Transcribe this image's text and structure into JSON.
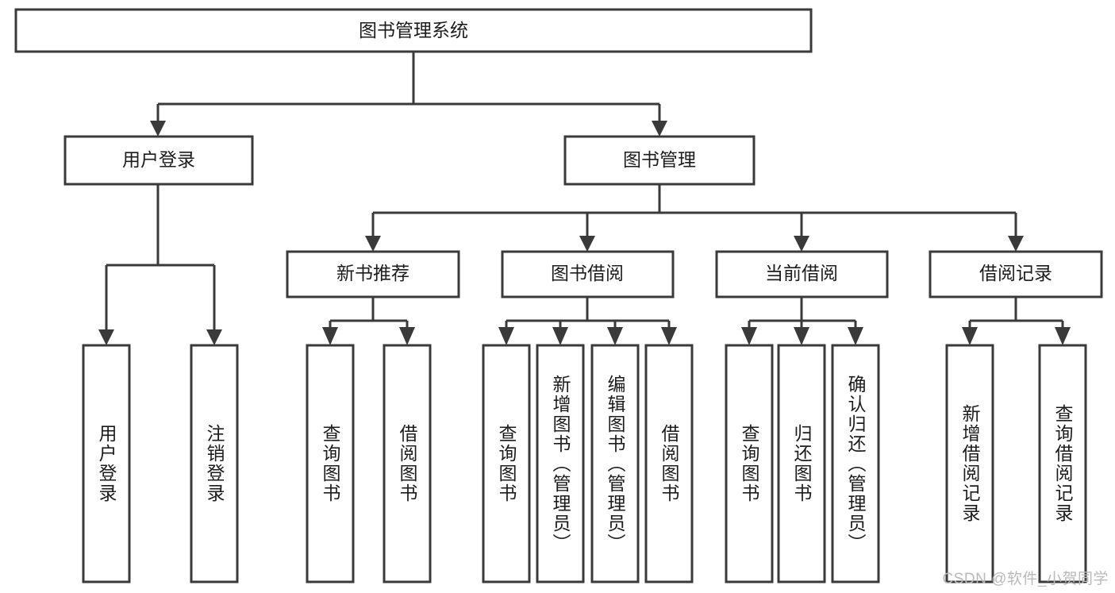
{
  "diagram": {
    "type": "tree",
    "title": "图书管理系统",
    "orientation": "top-down",
    "colors": {
      "box_stroke": "#3a3a3a",
      "box_fill": "#ffffff",
      "connector": "#3a3a3a",
      "text": "#1c1c1c",
      "watermark": "#b9b9b9",
      "background": "#ffffff"
    },
    "root": {
      "label": "图书管理系统"
    },
    "level2": [
      {
        "label": "用户登录"
      },
      {
        "label": "图书管理"
      }
    ],
    "level3": [
      {
        "label": "新书推荐"
      },
      {
        "label": "图书借阅"
      },
      {
        "label": "当前借阅"
      },
      {
        "label": "借阅记录"
      }
    ],
    "leaves": {
      "user_login": [
        {
          "label": "用户登录"
        },
        {
          "label": "注销登录"
        }
      ],
      "new_book_recommend": [
        {
          "label": "查询图书"
        },
        {
          "label": "借阅图书"
        }
      ],
      "book_borrow": [
        {
          "label": "查询图书"
        },
        {
          "label": "新增图书（管理员）"
        },
        {
          "label": "编辑图书（管理员）"
        },
        {
          "label": "借阅图书"
        }
      ],
      "current_borrow": [
        {
          "label": "查询图书"
        },
        {
          "label": "归还图书"
        },
        {
          "label": "确认归还（管理员）"
        }
      ],
      "borrow_record": [
        {
          "label": "新增借阅记录"
        },
        {
          "label": "查询借阅记录"
        }
      ]
    }
  },
  "watermark": {
    "text": "CSDN @软件_小贺同学"
  }
}
